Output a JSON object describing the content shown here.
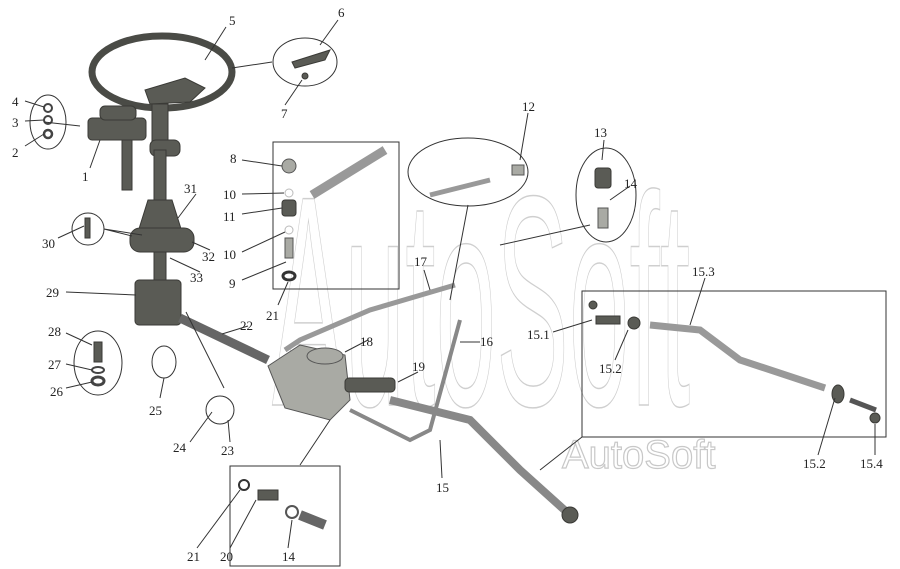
{
  "diagram": {
    "title": "Steering system exploded view",
    "watermark": "AutoSoft",
    "watermark_small": "AutoSoft",
    "labels": [
      "5",
      "6",
      "7",
      "4",
      "3",
      "2",
      "1",
      "31",
      "30",
      "32",
      "33",
      "29",
      "28",
      "27",
      "26",
      "25",
      "24",
      "23",
      "22",
      "8",
      "10",
      "11",
      "10",
      "9",
      "21",
      "12",
      "13",
      "14",
      "17",
      "18",
      "19",
      "16",
      "15",
      "15.1",
      "15.2",
      "15.3",
      "15.2",
      "15.4",
      "21",
      "20",
      "14"
    ],
    "colors": {
      "part": "#5a5b55",
      "line": "#333333",
      "watermark": "#cfcfcf"
    }
  }
}
